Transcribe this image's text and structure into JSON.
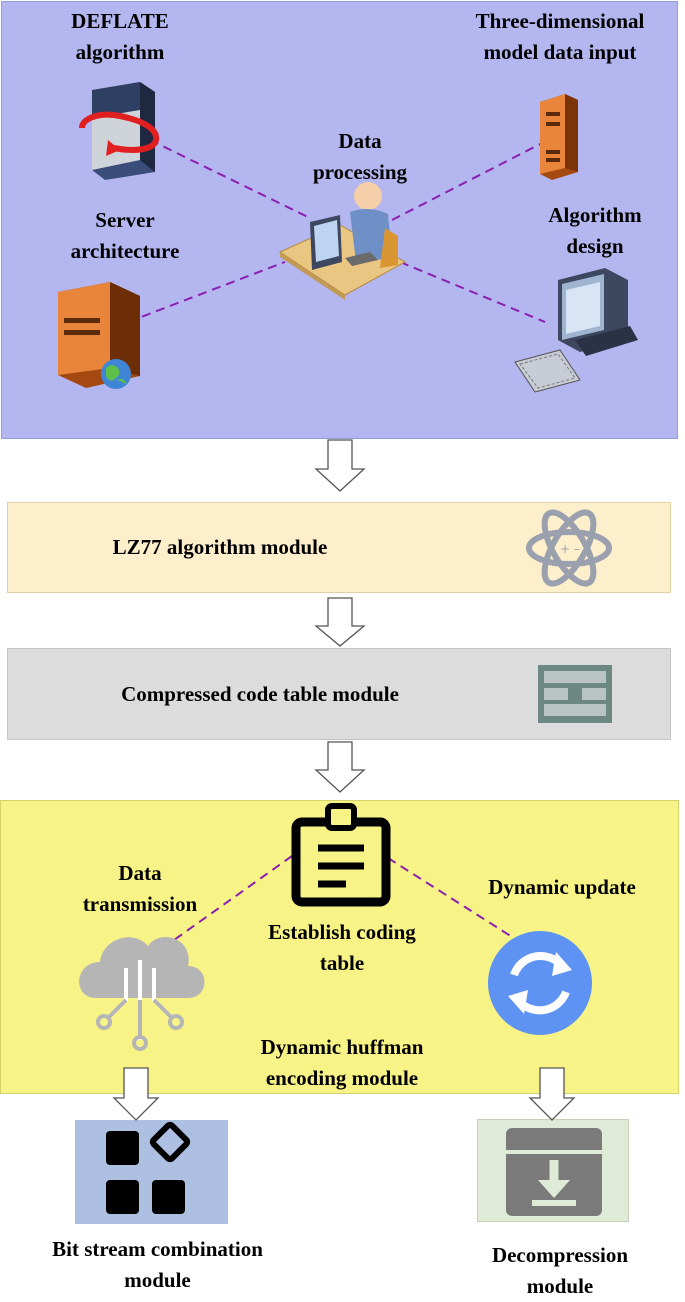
{
  "top_panel": {
    "deflate_label": "DEFLATE algorithm",
    "deflate_line1": "DEFLATE",
    "deflate_line2": "algorithm",
    "input_line1": "Three-dimensional",
    "input_line2": "model data input",
    "processing_line1": "Data",
    "processing_line2": "processing",
    "server_line1": "Server",
    "server_line2": "architecture",
    "design_line1": "Algorithm",
    "design_line2": "design"
  },
  "lz77": {
    "label": "LZ77 algorithm module"
  },
  "code_table": {
    "label": "Compressed code table module"
  },
  "huffman": {
    "transmission_line1": "Data",
    "transmission_line2": "transmission",
    "update_label": "Dynamic update",
    "coding_line1": "Establish coding",
    "coding_line2": "table",
    "module_line1": "Dynamic huffman",
    "module_line2": "encoding module"
  },
  "outputs": {
    "bit_line1": "Bit stream combination",
    "bit_line2": "module",
    "decomp_line1": "Decompression",
    "decomp_line2": "module"
  },
  "colors": {
    "top_panel": "#b3b6ef",
    "lz77_panel": "#fdefcb",
    "code_table_panel": "#dcdcdc",
    "huffman_panel": "#f7f386",
    "bit_panel": "#adc0e2",
    "decomp_panel": "#dfebd6",
    "dashed_line": "#8a1fb0"
  }
}
